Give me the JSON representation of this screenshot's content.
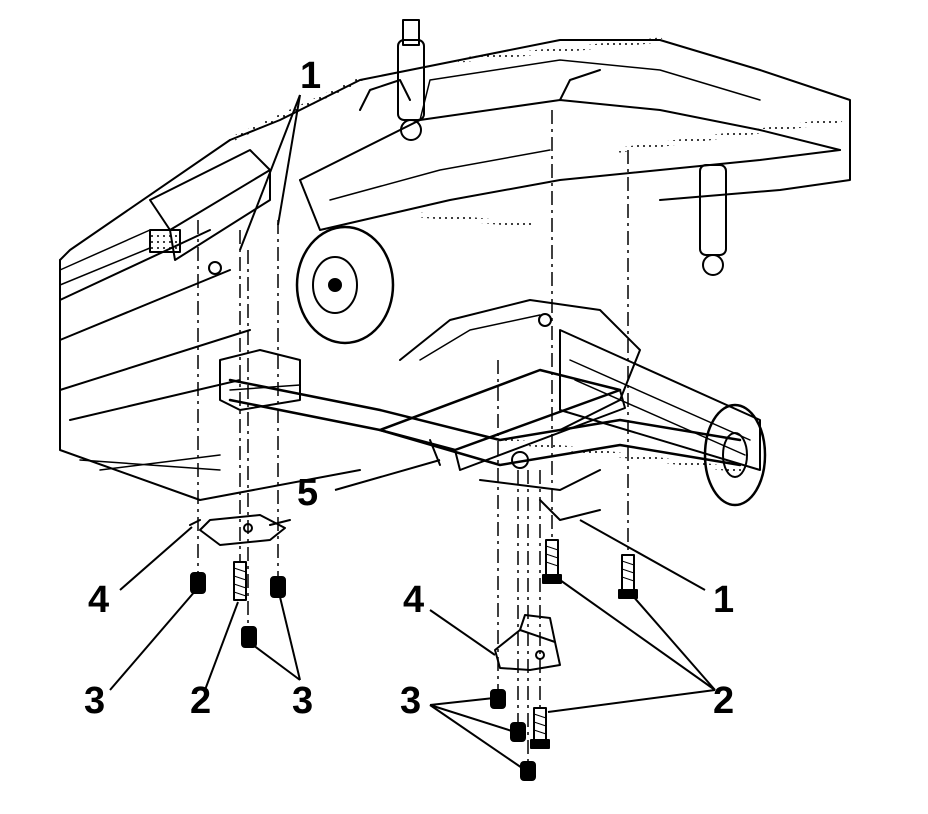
{
  "callouts": {
    "top_1": "1",
    "right_1": "1",
    "item_5": "5",
    "left_4": "4",
    "right_4": "4",
    "left_3a": "3",
    "left_2": "2",
    "left_3b": "3",
    "right_3": "3",
    "right_2": "2"
  }
}
